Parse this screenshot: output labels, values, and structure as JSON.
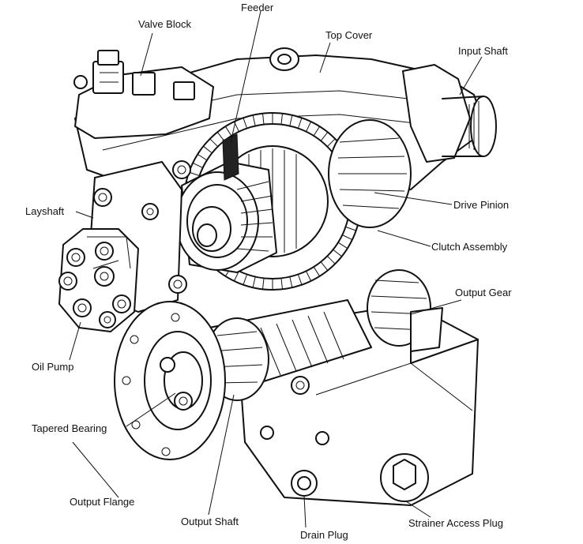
{
  "labels": {
    "feeder": "Feeder",
    "valve_block": "Valve Block",
    "top_cover": "Top Cover",
    "input_shaft": "Input Shaft",
    "layshaft": "Layshaft",
    "drive_pinion": "Drive Pinion",
    "clutch_assembly": "Clutch Assembly",
    "output_gear": "Output Gear",
    "oil_pump": "Oil Pump",
    "tapered_bearing": "Tapered Bearing",
    "output_flange": "Output Flange",
    "output_shaft": "Output Shaft",
    "drain_plug": "Drain Plug",
    "strainer_access_plug": "Strainer Access Plug"
  }
}
